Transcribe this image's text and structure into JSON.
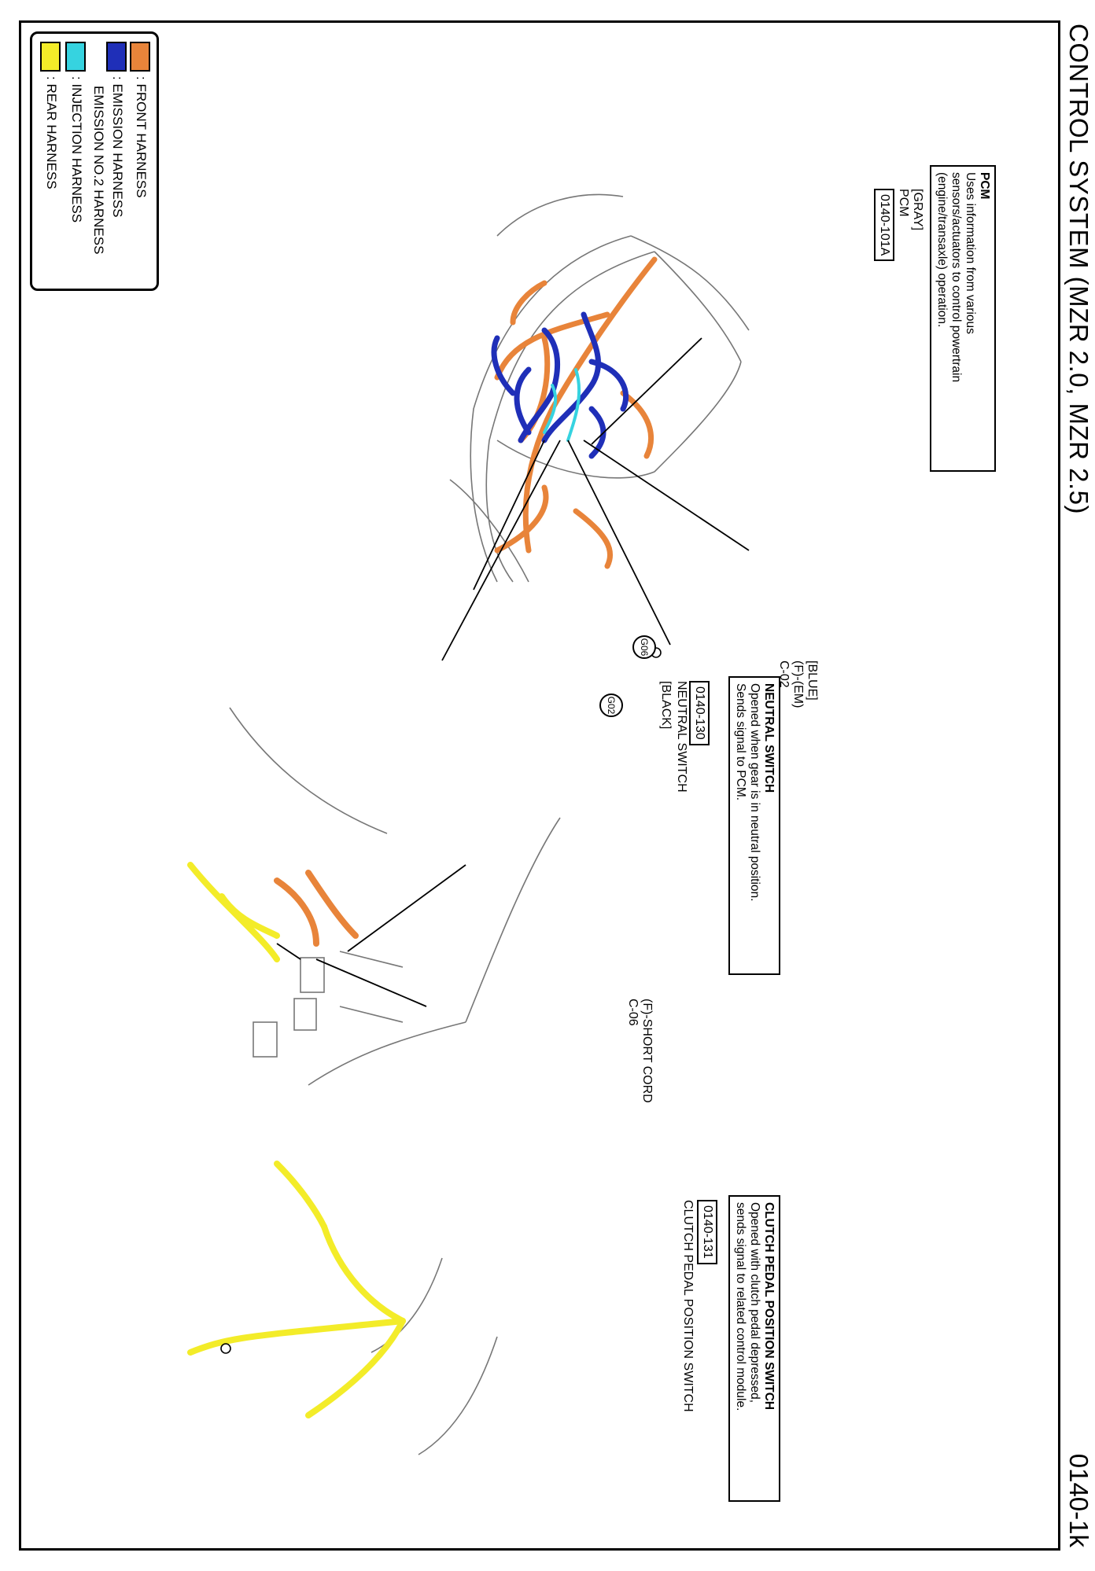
{
  "header": {
    "title": "CONTROL SYSTEM (MZR 2.0, MZR 2.5)",
    "page_number": "0140-1k"
  },
  "legend": [
    {
      "label": ": FRONT HARNESS",
      "color": "#e8843a"
    },
    {
      "label": ": EMISSION HARNESS",
      "color": "#1f2fb8"
    },
    {
      "label": "EMISSION NO.2 HARNESS",
      "color": "#1f2fb8"
    },
    {
      "label": ": INJECTION HARNESS",
      "color": "#36d3e0"
    },
    {
      "label": ": REAR HARNESS",
      "color": "#f3ec29"
    }
  ],
  "callouts": {
    "pcm": {
      "title": "PCM",
      "lines": [
        "Uses information from various",
        "sensors/actuators to control powertrain",
        "(engine/transaxle) operation."
      ]
    },
    "neutral_switch": {
      "title": "NEUTRAL SWITCH",
      "lines": [
        "Opened when gear is in neutral position.",
        "Sends signal to PCM."
      ]
    },
    "clutch_switch": {
      "title": "CLUTCH PEDAL POSITION SWITCH",
      "lines": [
        "Opened with clutch pedal depressed,",
        "sends signal to related control module."
      ]
    }
  },
  "components": {
    "pcm": {
      "color": "[GRAY]",
      "name": "PCM",
      "code": "0140-101A"
    },
    "neutral_switch": {
      "color": "[BLACK]",
      "name": "NEUTRAL SWITCH",
      "code": "0140-130"
    },
    "clutch_switch": {
      "name": "CLUTCH PEDAL POSITION SWITCH",
      "code": "0140-131"
    },
    "c02": {
      "color": "[BLUE]",
      "harness": "(F)-(EM)",
      "id": "C-02"
    },
    "c06": {
      "harness": "(F)-SHORT CORD",
      "id": "C-06"
    }
  },
  "grounds": [
    "G06",
    "G02"
  ],
  "colors": {
    "front": "#e8843a",
    "emission": "#1f2fb8",
    "injection": "#36d3e0",
    "rear": "#f3ec29",
    "line": "#000000",
    "outline": "#555555"
  }
}
